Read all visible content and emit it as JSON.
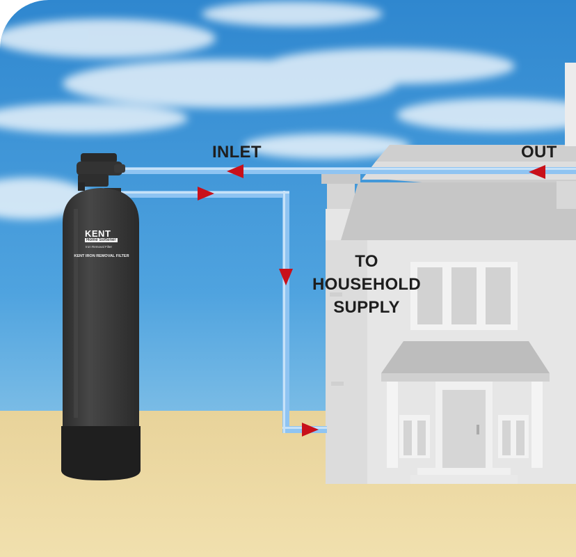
{
  "labels": {
    "inlet": "INLET",
    "out": "OUT",
    "household_line1": "TO HOUSEHOLD",
    "household_line2": "SUPPLY"
  },
  "tank": {
    "brand": "KENT",
    "subtitle": "Home Softener",
    "subtitle2": "Iron Removal Filter",
    "name": "KENT IRON REMOVAL FILTER"
  },
  "colors": {
    "sky": "#3f96d6",
    "ground": "#ecd9a2",
    "pipe": "#8fc4f2",
    "arrow": "#c8101a",
    "tank": "#3b3b3b",
    "house": "#e4e4e4"
  }
}
